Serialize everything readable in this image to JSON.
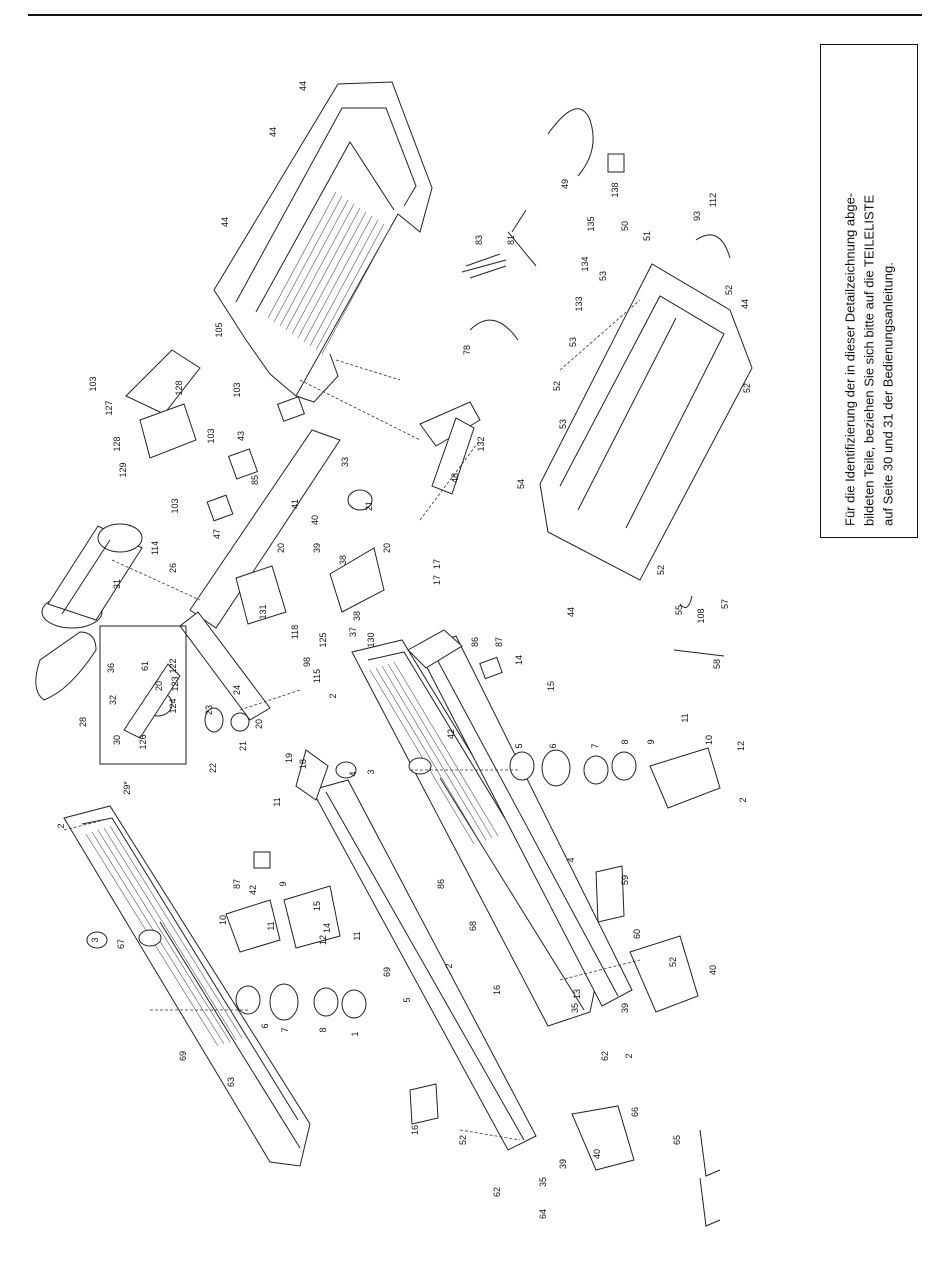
{
  "note": {
    "lines": [
      "Für die Identifizierung der in dieser Detailzeichnung abge-",
      "bildeten Teile, beziehen Sie sich bitte auf die TEILELISTE",
      "auf Seite 30 und 31 der Bedienungsanleitung."
    ]
  },
  "callouts": [
    "44",
    "44",
    "44",
    "105",
    "49",
    "138",
    "135",
    "93",
    "112",
    "81",
    "83",
    "50",
    "51",
    "134",
    "53",
    "133",
    "52",
    "44",
    "52",
    "78",
    "53",
    "103",
    "127",
    "128",
    "128",
    "129",
    "103",
    "43",
    "103",
    "85",
    "33",
    "103",
    "132",
    "48",
    "54",
    "52",
    "53",
    "52",
    "47",
    "41",
    "40",
    "21",
    "114",
    "26",
    "20",
    "39",
    "38",
    "20",
    "31",
    "36",
    "61",
    "20",
    "122",
    "123",
    "32",
    "124",
    "30",
    "126",
    "28",
    "29*",
    "17",
    "131",
    "37",
    "38",
    "118",
    "125",
    "130",
    "98",
    "44",
    "55",
    "108",
    "57",
    "58",
    "24",
    "23",
    "21",
    "20",
    "86",
    "87",
    "14",
    "15",
    "115",
    "2",
    "22",
    "19",
    "18",
    "42",
    "11",
    "10",
    "12",
    "4",
    "3",
    "5",
    "6",
    "7",
    "8",
    "9",
    "2",
    "11",
    "17",
    "2",
    "86",
    "87",
    "42",
    "9",
    "10",
    "11",
    "15",
    "14",
    "11",
    "12",
    "69",
    "59",
    "4",
    "3",
    "67",
    "68",
    "2",
    "16",
    "13",
    "5",
    "6",
    "7",
    "8",
    "1",
    "63",
    "35",
    "60",
    "52",
    "40",
    "39",
    "62",
    "2",
    "69",
    "16",
    "52",
    "66",
    "40",
    "39",
    "35",
    "62",
    "64",
    "65"
  ],
  "colors": {
    "line": "#222222",
    "text": "#111111",
    "hatch": "#777777",
    "shade": "#999999"
  }
}
